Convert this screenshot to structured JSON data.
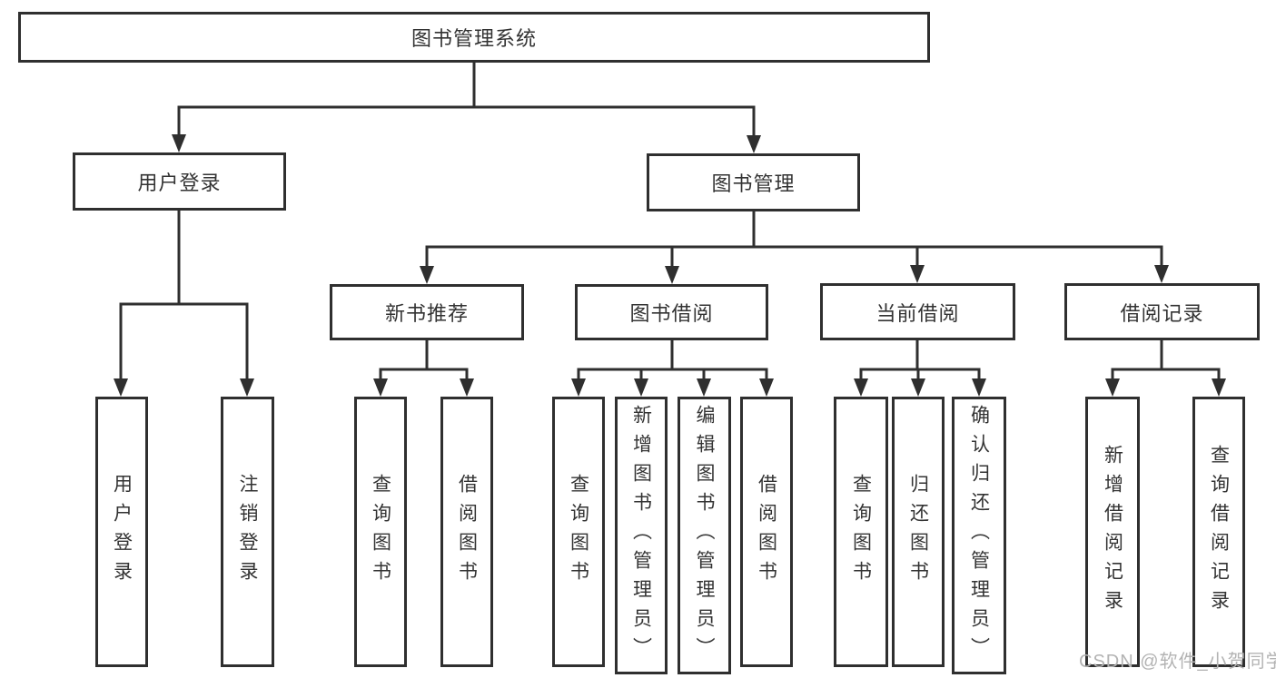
{
  "diagram": {
    "root": {
      "label": "图书管理系统"
    },
    "level2": {
      "user_login": {
        "label": "用户登录"
      },
      "book_management": {
        "label": "图书管理"
      }
    },
    "level3": {
      "new_book_recommend": {
        "label": "新书推荐"
      },
      "book_borrow": {
        "label": "图书借阅"
      },
      "current_borrow": {
        "label": "当前借阅"
      },
      "borrow_record": {
        "label": "借阅记录"
      }
    },
    "leaves": {
      "user_login": {
        "label": "用户登录"
      },
      "logout": {
        "label": "注销登录"
      },
      "query_book_under_recommend": {
        "label": "查询图书"
      },
      "borrow_book_under_recommend": {
        "label": "借阅图书"
      },
      "query_book_under_borrow": {
        "label": "查询图书"
      },
      "add_book_admin": {
        "label": "新增图书（管理员）"
      },
      "edit_book_admin": {
        "label": "编辑图书（管理员）"
      },
      "borrow_book_under_borrow": {
        "label": "借阅图书"
      },
      "query_book_under_current": {
        "label": "查询图书"
      },
      "return_book": {
        "label": "归还图书"
      },
      "confirm_return_admin": {
        "label": "确认归还（管理员）"
      },
      "add_borrow_record": {
        "label": "新增借阅记录"
      },
      "query_borrow_record": {
        "label": "查询借阅记录"
      }
    },
    "colors": {
      "line": "#2f2f2f",
      "box_border": "#2f2f2f",
      "text": "#333333",
      "background": "#ffffff",
      "watermark": "#b3b3b3"
    }
  },
  "watermark": {
    "text": "CSDN @软件_小贺同学"
  }
}
